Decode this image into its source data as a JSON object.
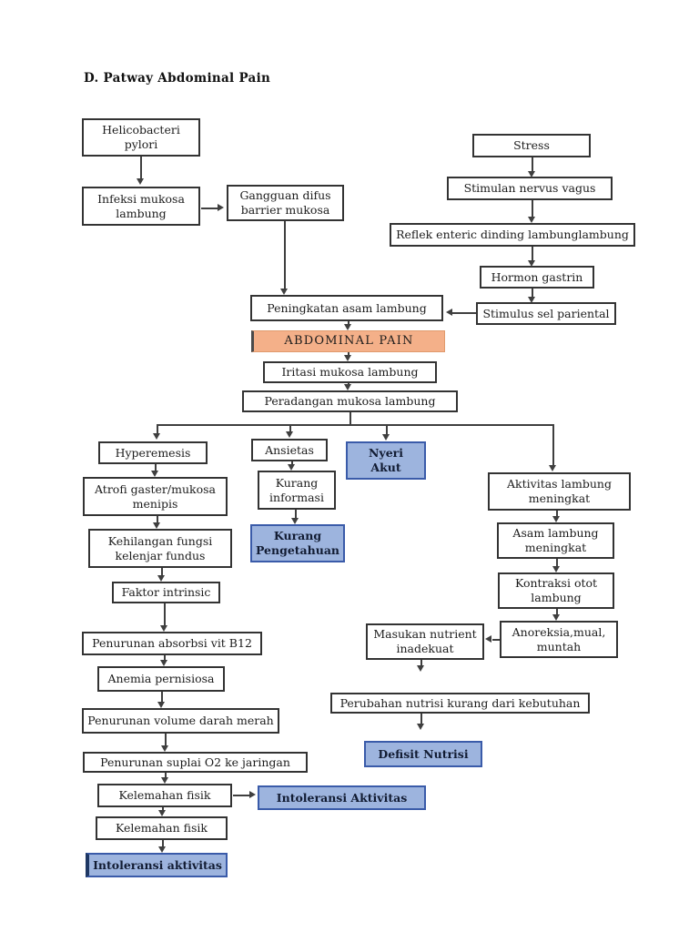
{
  "page": {
    "title": "D. Patway Abdominal Pain"
  },
  "colors": {
    "line_color": "#3f3f3f",
    "box_border": "#333333",
    "highlight_fill": "#f4b089",
    "highlight_border": "#e09a6c",
    "diagnosis_fill": "#9db4de",
    "diagnosis_border": "#3a5ba9",
    "diagnosis_text": "#121c33",
    "text_color": "#1c1c1c",
    "page_bg": "#ffffff"
  },
  "nodes": {
    "helicobacter": "Helicobacteri\npylori",
    "infeksi": "Infeksi mukosa\nlambung",
    "gangguan": "Gangguan difus\nbarrier mukosa",
    "stress": "Stress",
    "stimulan": "Stimulan nervus vagus",
    "reflek": "Reflek enteric dinding lambunglambung",
    "hormon": "Hormon gastrin",
    "stimulus": "Stimulus sel pariental",
    "peningkatan": "Peningkatan asam lambung",
    "abdominal": "ABDOMINAL PAIN",
    "iritasi": "Iritasi mukosa lambung",
    "peradangan": "Peradangan mukosa lambung",
    "hyperemesis": "Hyperemesis",
    "ansietas": "Ansietas",
    "nyeri": "Nyeri\nAkut",
    "kurang_informasi": "Kurang\ninformasi",
    "kurang_pengetahuan": "Kurang\nPengetahuan",
    "aktivitas": "Aktivitas lambung\nmeningkat",
    "asam": "Asam lambung\nmeningkat",
    "kontraksi": "Kontraksi otot\nlambung",
    "anoreksia": "Anoreksia,mual,\nmuntah",
    "masukan": "Masukan nutrient\ninadekuat",
    "atrofi": "Atrofi gaster/mukosa\nmenipis",
    "kehilangan": "Kehilangan fungsi\nkelenjar fundus",
    "faktor": "Faktor intrinsic",
    "absorbsi": "Penurunan absorbsi vit B12",
    "anemia": "Anemia pernisiosa",
    "volume": "Penurunan volume darah merah",
    "suplai": "Penurunan suplai O2 ke jaringan",
    "kelemahan1": "Kelemahan fisik",
    "intoleransi1": "Intoleransi Aktivitas",
    "kelemahan2": "Kelemahan fisik",
    "intoleransi2": "Intoleransi aktivitas",
    "perubahan": "Perubahan nutrisi kurang dari kebutuhan",
    "defisit": "Defisit Nutrisi"
  },
  "edges": [
    [
      "helicobacter",
      "infeksi"
    ],
    [
      "infeksi",
      "gangguan"
    ],
    [
      "gangguan",
      "peningkatan"
    ],
    [
      "stress",
      "stimulan"
    ],
    [
      "stimulan",
      "reflek"
    ],
    [
      "reflek",
      "hormon"
    ],
    [
      "hormon",
      "stimulus"
    ],
    [
      "stimulus",
      "peningkatan"
    ],
    [
      "peningkatan",
      "abdominal"
    ],
    [
      "abdominal",
      "iritasi"
    ],
    [
      "iritasi",
      "peradangan"
    ],
    [
      "peradangan",
      "hyperemesis"
    ],
    [
      "peradangan",
      "ansietas"
    ],
    [
      "peradangan",
      "nyeri"
    ],
    [
      "peradangan",
      "aktivitas"
    ],
    [
      "hyperemesis",
      "atrofi"
    ],
    [
      "atrofi",
      "kehilangan"
    ],
    [
      "kehilangan",
      "faktor"
    ],
    [
      "faktor",
      "absorbsi"
    ],
    [
      "absorbsi",
      "anemia"
    ],
    [
      "anemia",
      "volume"
    ],
    [
      "volume",
      "suplai"
    ],
    [
      "suplai",
      "kelemahan1"
    ],
    [
      "kelemahan1",
      "intoleransi1"
    ],
    [
      "kelemahan1",
      "kelemahan2"
    ],
    [
      "kelemahan2",
      "intoleransi2"
    ],
    [
      "ansietas",
      "kurang_informasi"
    ],
    [
      "kurang_informasi",
      "kurang_pengetahuan"
    ],
    [
      "aktivitas",
      "asam"
    ],
    [
      "asam",
      "kontraksi"
    ],
    [
      "kontraksi",
      "anoreksia"
    ],
    [
      "anoreksia",
      "masukan"
    ],
    [
      "masukan",
      "perubahan"
    ],
    [
      "perubahan",
      "defisit"
    ]
  ]
}
